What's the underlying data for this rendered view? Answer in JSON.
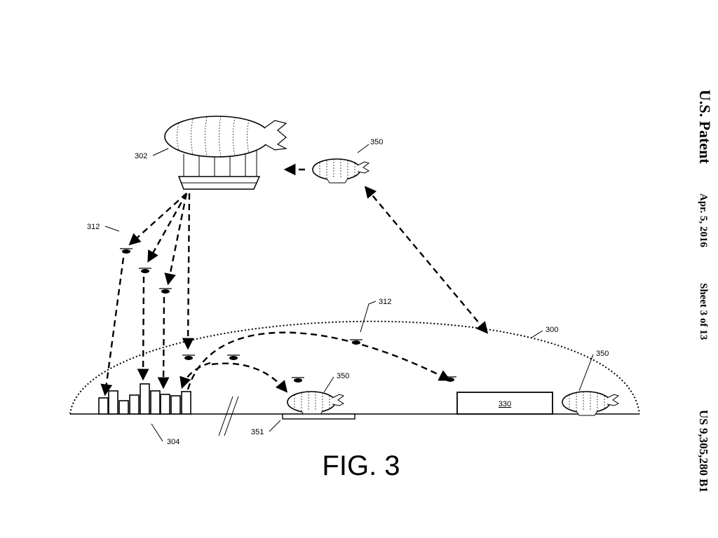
{
  "header": {
    "title": "U.S. Patent",
    "date": "Apr. 5, 2016",
    "sheet": "Sheet 3 of 13",
    "number": "US 9,305,280 B1"
  },
  "figure": {
    "caption": "FIG. 3",
    "labels": {
      "airship": "302",
      "uav_top": "312",
      "uav_mid": "312",
      "shuttle_top": "350",
      "shuttle_ground": "350",
      "shuttle_right": "350",
      "area": "300",
      "facility": "304",
      "platform": "351",
      "station": "330"
    }
  }
}
